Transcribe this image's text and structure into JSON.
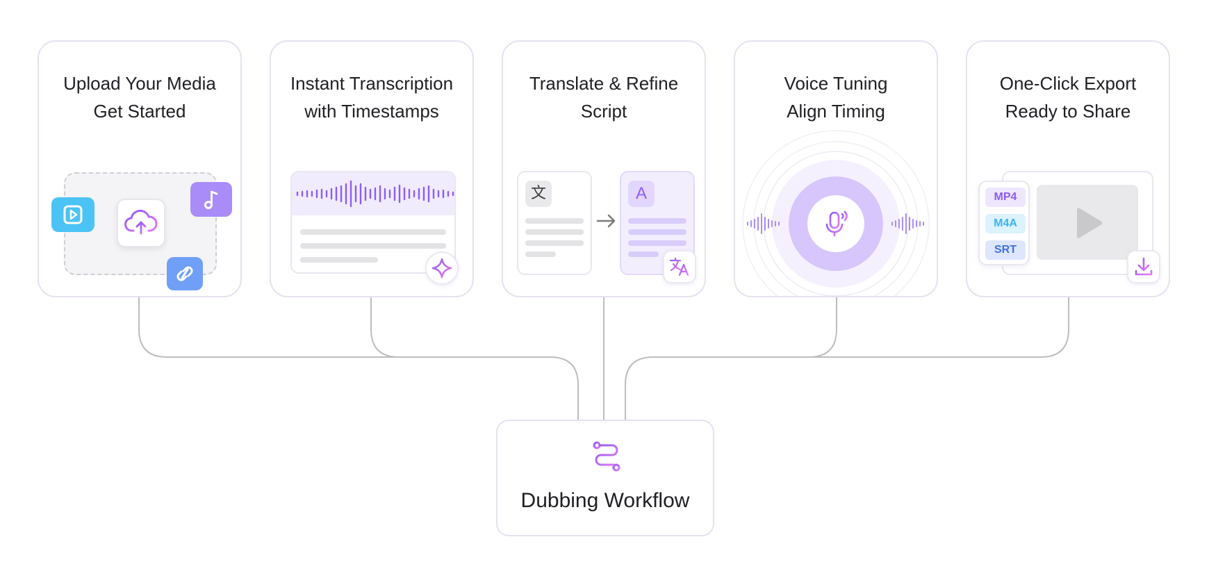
{
  "steps": [
    {
      "title_line1": "Upload Your Media",
      "title_line2": "Get Started"
    },
    {
      "title_line1": "Instant Transcription",
      "title_line2": "with Timestamps"
    },
    {
      "title_line1": "Translate & Refine",
      "title_line2": "Script"
    },
    {
      "title_line1": "Voice Tuning",
      "title_line2": "Align Timing"
    },
    {
      "title_line1": "One-Click Export",
      "title_line2": "Ready to Share"
    }
  ],
  "translate": {
    "source_glyph": "文",
    "target_glyph": "A"
  },
  "export_formats": [
    "MP4",
    "M4A",
    "SRT"
  ],
  "hub": {
    "title": "Dubbing Workflow"
  },
  "colors": {
    "accent_purple": "#8b5cf6",
    "accent_pink": "#e879f9",
    "card_border": "#e6e0f0",
    "connector": "#bdbdbd",
    "video_blue": "#4cc3f5",
    "music_purple": "#a98cf7",
    "link_blue": "#6f9ff7"
  },
  "icons": [
    "video-icon",
    "cloud-upload-icon",
    "music-note-icon",
    "link-icon",
    "sparkle-icon",
    "arrow-right-icon",
    "translate-icon",
    "microphone-icon",
    "play-icon",
    "download-icon",
    "workflow-icon"
  ]
}
